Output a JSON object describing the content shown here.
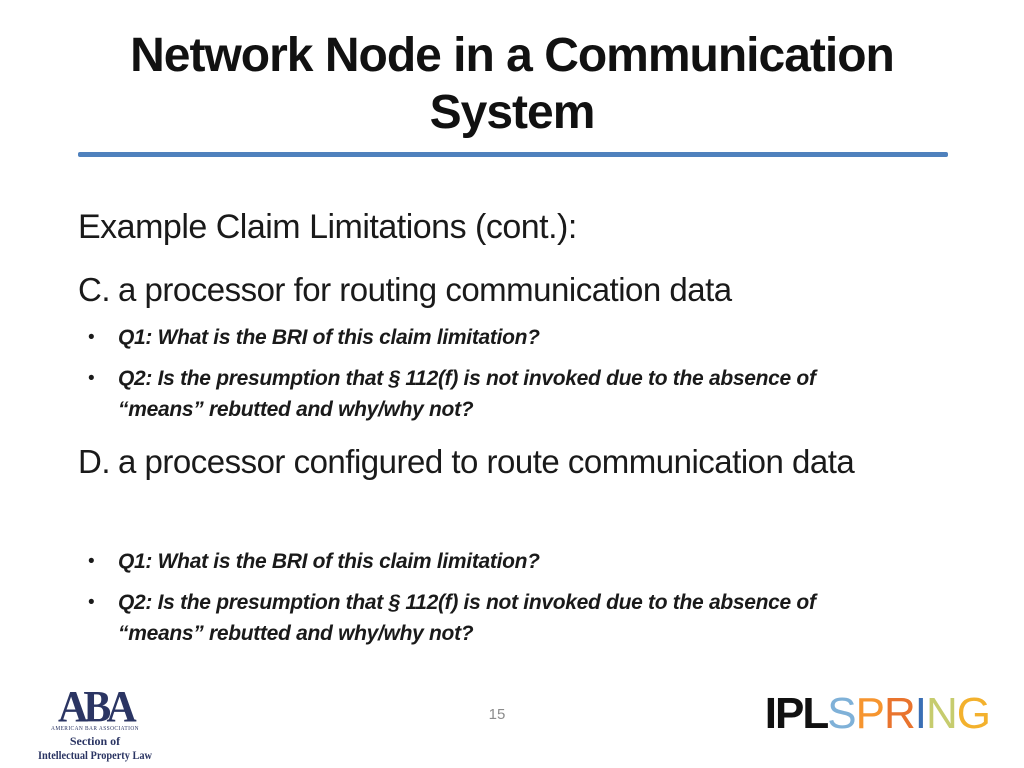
{
  "title": {
    "line1": "Network Node in a Communication",
    "line2": "System"
  },
  "divider_color": "#4f81bd",
  "body": {
    "heading": "Example Claim Limitations (cont.):",
    "bullet_glyph": "•",
    "sections": [
      {
        "label": "C.",
        "text": "a processor for routing communication data",
        "bullets": [
          "Q1: What is the BRI of this claim limitation?",
          "Q2: Is the presumption that § 112(f) is not invoked due to the absence of “means” rebutted and why/why not?"
        ]
      },
      {
        "label": "D.",
        "text": "a processor configured to route communication data",
        "bullets": [
          "Q1: What is the BRI of this claim limitation?",
          "Q2: Is the presumption that § 112(f) is not invoked due to the absence of “means” rebutted and why/why not?"
        ]
      }
    ]
  },
  "footer": {
    "page_number": "15",
    "aba": {
      "monogram": "ABA",
      "org": "AMERICAN BAR ASSOCIATION",
      "section_line1": "Section of",
      "section_line2": "Intellectual Property Law",
      "color": "#2b3563"
    },
    "ipl": {
      "letters": [
        {
          "ch": "I",
          "color": "#111111",
          "bold": true
        },
        {
          "ch": "P",
          "color": "#111111",
          "bold": true
        },
        {
          "ch": "L",
          "color": "#111111",
          "bold": true
        },
        {
          "ch": "S",
          "color": "#7fb1d8",
          "bold": false
        },
        {
          "ch": "P",
          "color": "#f6952f",
          "bold": false
        },
        {
          "ch": "R",
          "color": "#e9742e",
          "bold": false
        },
        {
          "ch": "I",
          "color": "#3a6fb5",
          "bold": false
        },
        {
          "ch": "N",
          "color": "#c6cc6e",
          "bold": false
        },
        {
          "ch": "G",
          "color": "#f3b12d",
          "bold": false
        }
      ]
    }
  }
}
